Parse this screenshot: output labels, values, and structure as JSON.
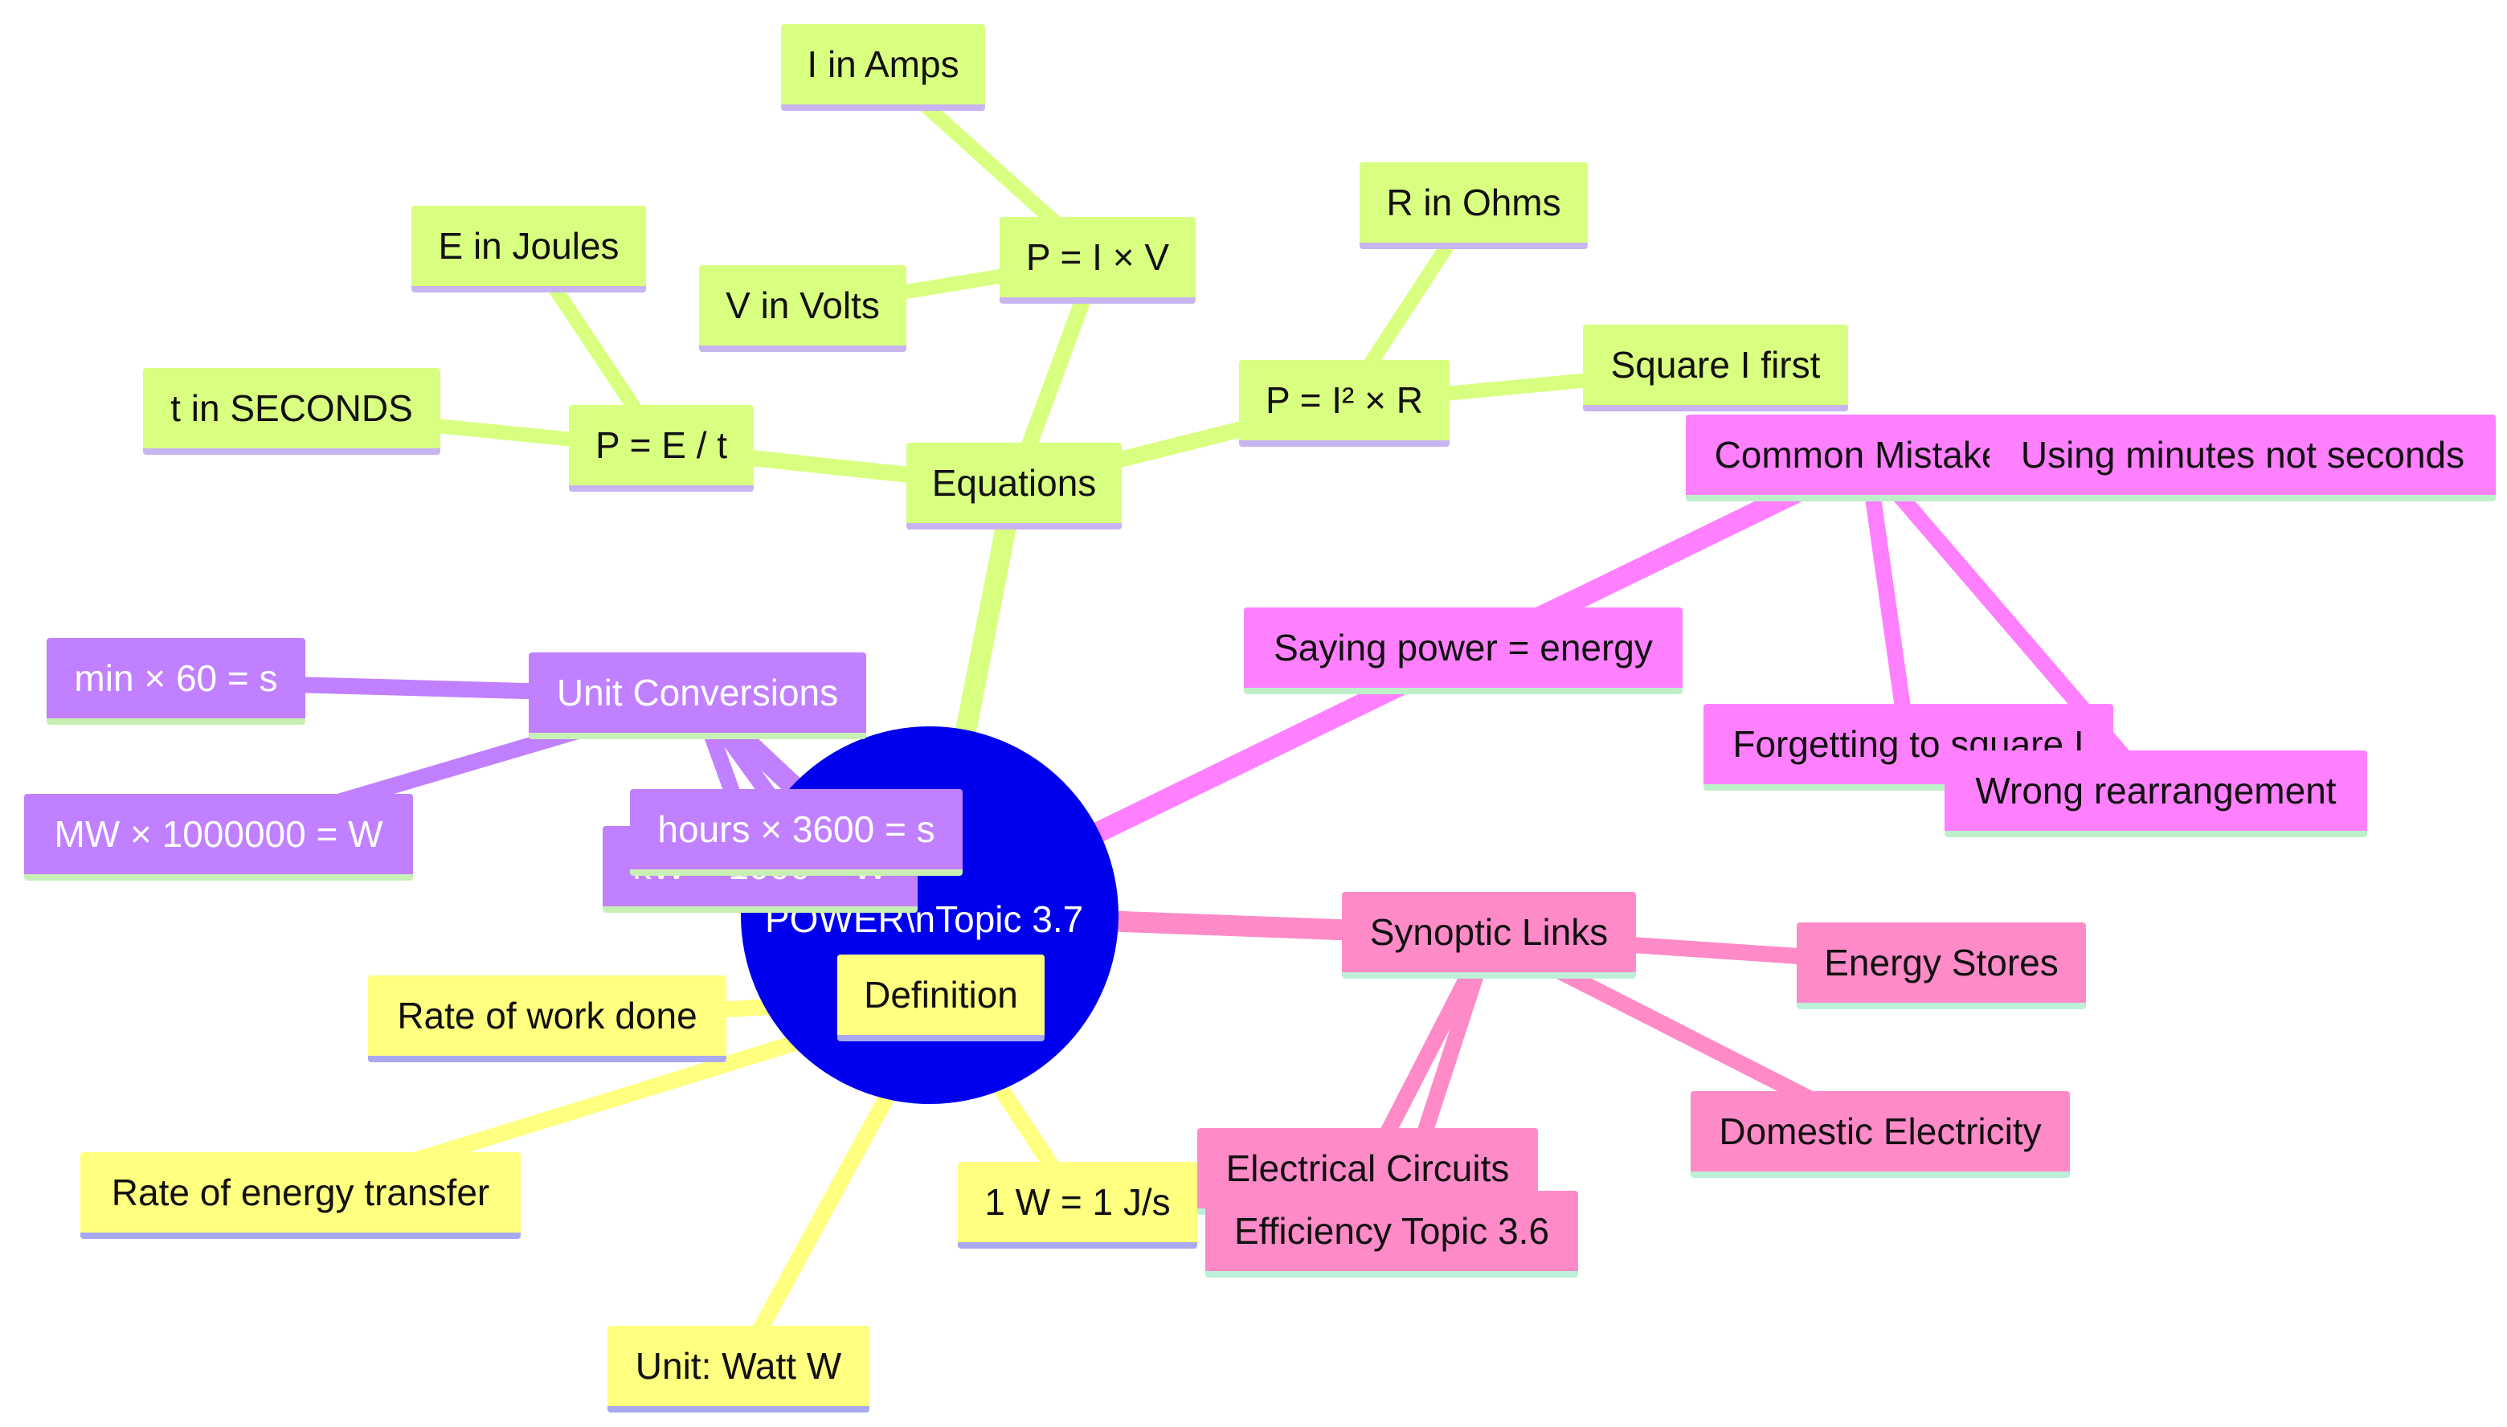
{
  "diagram": {
    "root": {
      "label": "POWER\\nTopic 3.7",
      "color": "#0000ee"
    },
    "branches": [
      {
        "key": "equations",
        "label": "Equations",
        "color": "#d9ff80",
        "edge_color": "#d9ff80",
        "children": [
          {
            "key": "p_iv",
            "label": "P = I × V",
            "children": [
              {
                "key": "i_amps",
                "label": "I in Amps"
              },
              {
                "key": "v_volts",
                "label": "V in Volts"
              }
            ]
          },
          {
            "key": "p_i2r",
            "label": "P = I² × R",
            "children": [
              {
                "key": "r_ohms",
                "label": "R in Ohms"
              },
              {
                "key": "square_i",
                "label": "Square I first"
              }
            ]
          },
          {
            "key": "p_et",
            "label": "P = E / t",
            "children": [
              {
                "key": "e_joules",
                "label": "E in Joules"
              },
              {
                "key": "t_seconds",
                "label": "t in SECONDS"
              }
            ]
          }
        ]
      },
      {
        "key": "mistakes",
        "label": "Common Mistakes",
        "color": "#ff80ff",
        "edge_color": "#ff80ff",
        "children": [
          {
            "key": "minutes",
            "label": "Using minutes not seconds"
          },
          {
            "key": "power_energy",
            "label": "Saying power = energy"
          },
          {
            "key": "forget_square",
            "label": "Forgetting to square I"
          },
          {
            "key": "rearrange",
            "label": "Wrong rearrangement"
          }
        ]
      },
      {
        "key": "synoptic",
        "label": "Synoptic Links",
        "color": "#ff8ac8",
        "edge_color": "#ff8ac8",
        "children": [
          {
            "key": "stores",
            "label": "Energy Stores"
          },
          {
            "key": "domestic",
            "label": "Domestic Electricity"
          },
          {
            "key": "circuits",
            "label": "Electrical Circuits"
          },
          {
            "key": "efficiency",
            "label": "Efficiency Topic 3.6"
          }
        ]
      },
      {
        "key": "definition",
        "label": "Definition",
        "color": "#ffff80",
        "edge_color": "#ffff80",
        "children": [
          {
            "key": "work",
            "label": "Rate of work done"
          },
          {
            "key": "transfer",
            "label": "Rate of energy transfer"
          },
          {
            "key": "unit",
            "label": "Unit: Watt W"
          },
          {
            "key": "watt_def",
            "label": "1 W = 1 J/s"
          }
        ]
      },
      {
        "key": "conversions",
        "label": "Unit Conversions",
        "color": "#c080ff",
        "edge_color": "#c080ff",
        "text_color": "#ffffff",
        "children": [
          {
            "key": "minutes_conv",
            "label": "min × 60 = s"
          },
          {
            "key": "mw",
            "label": "MW × 1000000 = W"
          },
          {
            "key": "kw",
            "label": "kW × 1000 = W"
          },
          {
            "key": "hours",
            "label": "hours × 3600 = s"
          }
        ]
      }
    ]
  }
}
